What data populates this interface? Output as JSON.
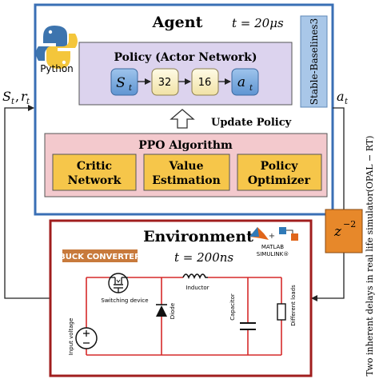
{
  "agent": {
    "title": "Agent",
    "time": "t = 20μs",
    "python_label": "Python",
    "sb3_label": "Stable-Baselines3",
    "policy": {
      "title": "Policy (Actor Network)",
      "input": "S",
      "input_sub": "t",
      "layer1": "32",
      "layer2": "16",
      "output": "a",
      "output_sub": "t"
    },
    "update_label": "Update Policy",
    "ppo": {
      "title": "PPO Algorithm",
      "boxes": [
        {
          "line1": "Critic",
          "line2": "Network"
        },
        {
          "line1": "Value",
          "line2": "Estimation"
        },
        {
          "line1": "Policy",
          "line2": "Optimizer"
        }
      ]
    }
  },
  "signals": {
    "state_reward": "S",
    "state_sub": "t",
    "reward": "r",
    "reward_sub": "t",
    "action": "a",
    "action_sub": "t",
    "delay": "z",
    "delay_exp": "−2"
  },
  "side_note": "Two inherent delays in real life simulator(OPAL − RT)",
  "environment": {
    "title": "Environment",
    "time": "t = 200ns",
    "converter_tag": "BUCK CONVERTER",
    "matlab_label": "MATLAB",
    "simulink_label": "SIMULINK®",
    "plus": "+",
    "labels": {
      "switch": "Switching device",
      "inductor": "Inductor",
      "input_voltage": "Input voltage",
      "diode": "Diode",
      "capacitor": "Capacitor",
      "loads": "Different loads"
    }
  },
  "colors": {
    "agent_border": "#3a6fb5",
    "policy_fill": "#dcd3ee",
    "ppo_fill": "#f3c9cd",
    "ppo_inner": "#f6c64a",
    "env_border": "#a01e1e",
    "circuit_red": "#d62a2a",
    "delay_fill": "#e7882a",
    "sb3_fill": "#a9c7e8",
    "tag_fill": "#c87a3c"
  }
}
